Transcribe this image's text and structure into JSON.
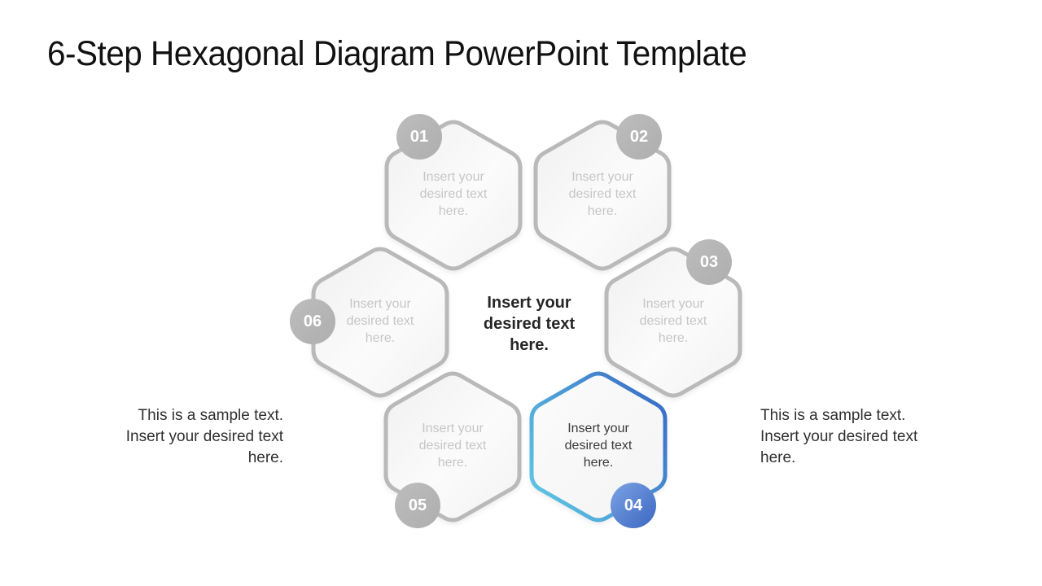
{
  "slide": {
    "title": "6-Step Hexagonal Diagram PowerPoint Template",
    "center_text": "Insert your desired text here.",
    "left_note": "This is a sample text. Insert your desired text here.",
    "right_note": "This is a sample text. Insert your desired text here.",
    "steps": [
      {
        "number": "01",
        "text": "Insert your desired text here.",
        "highlighted": false
      },
      {
        "number": "02",
        "text": "Insert your desired text here.",
        "highlighted": false
      },
      {
        "number": "03",
        "text": "Insert your desired text here.",
        "highlighted": false
      },
      {
        "number": "04",
        "text": "Insert your desired text here.",
        "highlighted": true
      },
      {
        "number": "05",
        "text": "Insert your desired text here.",
        "highlighted": false
      },
      {
        "number": "06",
        "text": "Insert your desired text here.",
        "highlighted": false
      }
    ],
    "colors": {
      "accent_blue": "#3a6cc7",
      "accent_cyan": "#5ec6e3",
      "neutral_gray": "#b9b9b9",
      "badge_gray": "#b3b3b3",
      "text_gray": "#c6c6c6"
    }
  }
}
